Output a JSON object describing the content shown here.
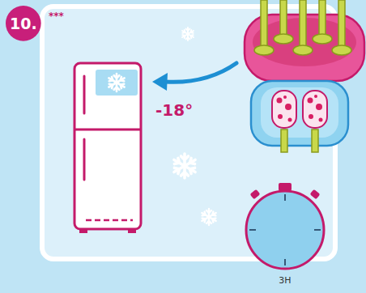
{
  "diagram": {
    "nodes": [
      {
        "text": [
          "10."
        ]
      }
    ],
    "labels": [
      "***",
      "-18°",
      "3H"
    ]
  }
}
